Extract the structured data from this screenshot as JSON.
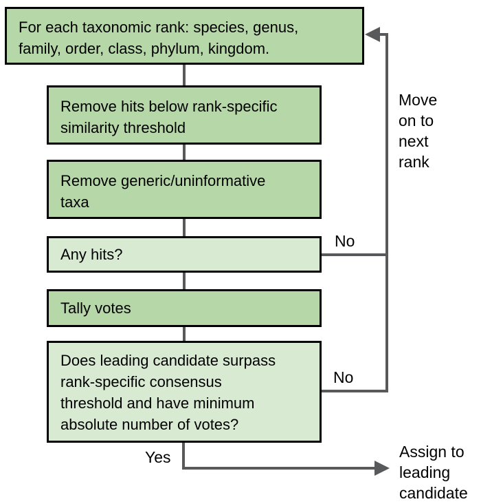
{
  "colors": {
    "node_fill_dark": "#b6d7a8",
    "node_fill_light": "#d9ead3",
    "node_border": "#000000",
    "connector": "#58595b",
    "text": "#000000",
    "background": "#ffffff"
  },
  "flowchart": {
    "nodes": {
      "loop_header": {
        "lines": [
          "For each taxonomic rank: species, genus,",
          "family, order, class, phylum, kingdom."
        ]
      },
      "remove_hits": {
        "lines": [
          "Remove hits below rank-specific",
          "similarity threshold"
        ]
      },
      "remove_taxa": {
        "lines": [
          "Remove generic/uninformative",
          "taxa"
        ]
      },
      "any_hits": {
        "lines": [
          "Any hits?"
        ]
      },
      "tally_votes": {
        "lines": [
          "Tally votes"
        ]
      },
      "consensus_check": {
        "lines": [
          "Does leading candidate surpass",
          "rank-specific consensus",
          "threshold and have minimum",
          "absolute number of votes?"
        ]
      }
    },
    "edge_labels": {
      "no_any_hits": "No",
      "no_consensus": "No",
      "yes": "Yes",
      "move_on": "Move\non to\nnext\nrank",
      "assign": "Assign to\nleading\ncandidate"
    }
  }
}
